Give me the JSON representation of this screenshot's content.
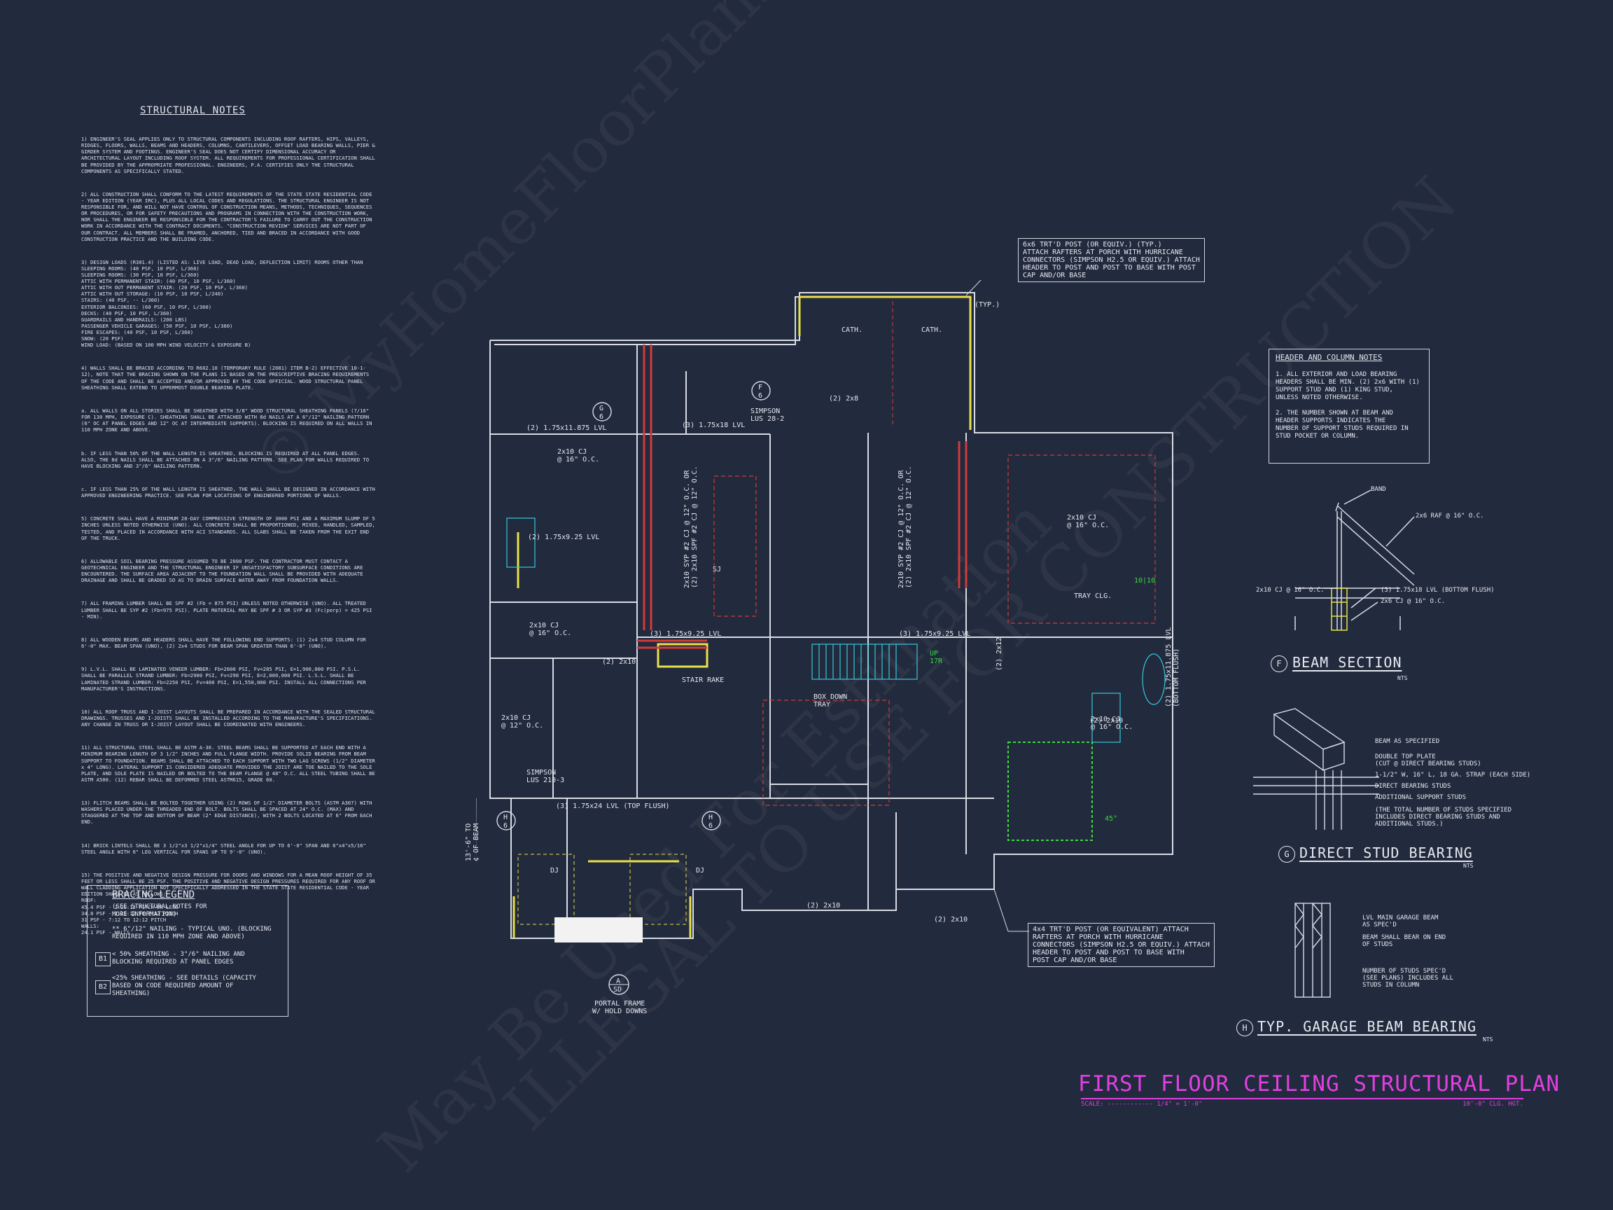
{
  "structural_notes": {
    "title": "STRUCTURAL NOTES",
    "paragraphs": [
      "1) ENGINEER'S SEAL APPLIES ONLY TO STRUCTURAL COMPONENTS INCLUDING ROOF RAFTERS, HIPS, VALLEYS, RIDGES, FLOORS, WALLS, BEAMS AND HEADERS, COLUMNS, CANTILEVERS, OFFSET LOAD BEARING WALLS, PIER & GIRDER SYSTEM AND FOOTINGS. ENGINEER'S SEAL DOES NOT CERTIFY DIMENSIONAL ACCURACY OR ARCHITECTURAL LAYOUT INCLUDING ROOF SYSTEM. ALL REQUIREMENTS FOR PROFESSIONAL CERTIFICATION SHALL BE PROVIDED BY THE APPROPRIATE PROFESSIONAL. ENGINEERS, P.A. CERTIFIES ONLY THE STRUCTURAL COMPONENTS AS SPECIFICALLY STATED.",
      "2) ALL CONSTRUCTION SHALL CONFORM TO THE LATEST REQUIREMENTS OF THE STATE STATE RESIDENTIAL CODE - YEAR EDITION (YEAR IRC), PLUS ALL LOCAL CODES AND REGULATIONS. THE STRUCTURAL ENGINEER IS NOT RESPONSIBLE FOR, AND WILL NOT HAVE CONTROL OF CONSTRUCTION MEANS, METHODS, TECHNIQUES, SEQUENCES OR PROCEDURES, OR FOR SAFETY PRECAUTIONS AND PROGRAMS IN CONNECTION WITH THE CONSTRUCTION WORK, NOR SHALL THE ENGINEER BE RESPONSIBLE FOR THE CONTRACTOR'S FAILURE TO CARRY OUT THE CONSTRUCTION WORK IN ACCORDANCE WITH THE CONTRACT DOCUMENTS. \"CONSTRUCTION REVIEW\" SERVICES ARE NOT PART OF OUR CONTRACT. ALL MEMBERS SHALL BE FRAMED, ANCHORED, TIED AND BRACED IN ACCORDANCE WITH GOOD CONSTRUCTION PRACTICE AND THE BUILDING CODE.",
      "3) DESIGN LOADS (R301.4) (LISTED AS: LIVE LOAD, DEAD LOAD, DEFLECTION LIMIT) ROOMS OTHER THAN SLEEPING ROOMS: (40 PSF, 10 PSF, L/360)\nSLEEPING ROOMS: (30 PSF, 10 PSF, L/360)\nATTIC WITH PERMANENT STAIR: (40 PSF, 10 PSF, L/360)\nATTIC WITH OUT PERMANENT STAIR: (20 PSF, 10 PSF, L/360)\nATTIC WITH OUT STORAGE: (10 PSF, 10 PSF, L/240)\nSTAIRS: (40 PSF, -- L/360)\nEXTERIOR BALCONIES: (60 PSF, 10 PSF, L/360)\nDECKS: (40 PSF, 10 PSF, L/360)\nGUARDRAILS AND HANDRAILS: (200 LBS)\nPASSENGER VEHICLE GARAGES: (50 PSF, 10 PSF, L/360)\nFIRE ESCAPES: (40 PSF, 10 PSF, L/360)\nSNOW: (20 PSF)\nWIND LOAD: (BASED ON 100 MPH WIND VELOCITY & EXPOSURE B)",
      "4) WALLS SHALL BE BRACED ACCORDING TO R602.10 (TEMPORARY RULE (2081) ITEM B-2) EFFECTIVE 10-1-12), NOTE THAT THE BRACING SHOWN ON THE PLANS IS BASED ON THE PRESCRIPTIVE BRACING REQUIREMENTS OF THE CODE AND SHALL BE ACCEPTED AND/OR APPROVED BY THE CODE OFFICIAL. WOOD STRUCTURAL PANEL SHEATHING SHALL EXTEND TO UPPERMOST DOUBLE BEARING PLATE.",
      "a. ALL WALLS ON ALL STORIES SHALL BE SHEATHED WITH 3/8\" WOOD STRUCTURAL SHEATHING PANELS (7/16\" FOR 130 MPH, EXPOSURE C). SHEATHING SHALL BE ATTACHED WITH 8d NAILS AT A 6\"/12\" NAILING PATTERN (6\" OC AT PANEL EDGES AND 12\" OC AT INTERMEDIATE SUPPORTS). BLOCKING IS REQUIRED ON ALL WALLS IN 110 MPH ZONE AND ABOVE.",
      "b. IF LESS THAN 50% OF THE WALL LENGTH IS SHEATHED, BLOCKING IS REQUIRED AT ALL PANEL EDGES. ALSO, THE 8d NAILS SHALL BE ATTACHED ON A 3\"/6\" NAILING PATTERN. SEE PLAN FOR WALLS REQUIRED TO HAVE BLOCKING AND 3\"/6\" NAILING PATTERN.",
      "c. IF LESS THAN 25% OF THE WALL LENGTH IS SHEATHED, THE WALL SHALL BE DESIGNED IN ACCORDANCE WITH APPROVED ENGINEERING PRACTICE. SEE PLAN FOR LOCATIONS OF ENGINEERED PORTIONS OF WALLS.",
      "5) CONCRETE SHALL HAVE A MINIMUM 28-DAY COMPRESSIVE STRENGTH OF 3000 PSI AND A MAXIMUM SLUMP OF 5 INCHES UNLESS NOTED OTHERWISE (UNO). ALL CONCRETE SHALL BE PROPORTIONED, MIXED, HANDLED, SAMPLED, TESTED, AND PLACED IN ACCORDANCE WITH ACI STANDARDS. ALL SLABS SHALL BE TAKEN FROM THE EXIT END OF THE TRUCK.",
      "6) ALLOWABLE SOIL BEARING PRESSURE ASSUMED TO BE 2000 PSF. THE CONTRACTOR MUST CONTACT A GEOTECHNICAL ENGINEER AND THE STRUCTURAL ENGINEER IF UNSATISFACTORY SUBSURFACE CONDITIONS ARE ENCOUNTERED. THE SURFACE AREA ADJACENT TO THE FOUNDATION WALL SHALL BE PROVIDED WITH ADEQUATE DRAINAGE AND SHALL BE GRADED SO AS TO DRAIN SURFACE WATER AWAY FROM FOUNDATION WALLS.",
      "7) ALL FRAMING LUMBER SHALL BE SPF #2 (Fb = 875 PSI) UNLESS NOTED OTHERWISE (UNO). ALL TREATED LUMBER SHALL BE SYP #2 (Fb=975 PSI). PLATE MATERIAL MAY BE SPF # 3 OR SYP #3 (Fc(perp) = 425 PSI - MIN).",
      "8) ALL WOODEN BEAMS AND HEADERS SHALL HAVE THE FOLLOWING END SUPPORTS: (1) 2x4 STUD COLUMN FOR 6'-0\" MAX. BEAM SPAN (UNO), (2) 2x4 STUDS FOR BEAM SPAN GREATER THAN 6'-0\" (UNO).",
      "9) L.V.L. SHALL BE LAMINATED VENEER LUMBER: Fb=2600 PSI, Fv=285 PSI, E=1,900,000 PSI. P.S.L. SHALL BE PARALLEL STRAND LUMBER: Fb=2900 PSI, Fv=290 PSI, E=2,000,000 PSI. L.S.L. SHALL BE LAMINATED STRAND LUMBER: Fb=2250 PSI, Fv=400 PSI, E=1,550,000 PSI. INSTALL ALL CONNECTIONS PER MANUFACTURER'S INSTRUCTIONS.",
      "10) ALL ROOF TRUSS AND I-JOIST LAYOUTS SHALL BE PREPARED IN ACCORDANCE WITH THE SEALED STRUCTURAL DRAWINGS. TRUSSES AND I-JOISTS SHALL BE INSTALLED ACCORDING TO THE MANUFACTURE'S SPECIFICATIONS. ANY CHANGE IN TRUSS OR I-JOIST LAYOUT SHALL BE COORDINATED WITH ENGINEERS.",
      "11) ALL STRUCTURAL STEEL SHALL BE ASTM A-36. STEEL BEAMS SHALL BE SUPPORTED AT EACH END WITH A MINIMUM BEARING LENGTH OF 3 1/2\" INCHES AND FULL FLANGE WIDTH. PROVIDE SOLID BEARING FROM BEAM SUPPORT TO FOUNDATION. BEAMS SHALL BE ATTACHED TO EACH SUPPORT WITH TWO LAG SCREWS (1/2\" DIAMETER x 4\" LONG). LATERAL SUPPORT IS CONSIDERED ADEQUATE PROVIDED THE JOIST ARE TOE NAILED TO THE SOLE PLATE, AND SOLE PLATE IS NAILED OR BOLTED TO THE BEAM FLANGE @ 48\" O.C. ALL STEEL TUBING SHALL BE ASTM A500. (12) REBAR SHALL BE DEFORMED STEEL ASTM615, GRADE 60.",
      "13) FLITCH BEAMS SHALL BE BOLTED TOGETHER USING (2) ROWS OF 1/2\" DIAMETER BOLTS (ASTM A307) WITH WASHERS PLACED UNDER THE THREADED END OF BOLT. BOLTS SHALL BE SPACED AT 24\" O.C. (MAX) AND STAGGERED AT THE TOP AND BOTTOM OF BEAM (2\" EDGE DISTANCE), WITH 2 BOLTS LOCATED AT 6\" FROM EACH END.",
      "14) BRICK LINTELS SHALL BE 3 1/2\"x3 1/2\"x1/4\" STEEL ANGLE FOR UP TO 6'-0\" SPAN AND 6\"x4\"x5/16\" STEEL ANGLE WITH 6\" LEG VERTICAL FOR SPANS UP TO 9'-0\" (UNO).",
      "15) THE POSITIVE AND NEGATIVE DESIGN PRESSURE FOR DOORS AND WINDOWS FOR A MEAN ROOF HEIGHT OF 35 FEET OR LESS SHALL BE 25 PSF. THE POSITIVE AND NEGATIVE DESIGN PRESSURES REQUIRED FOR ANY ROOF OR WALL CLADDING APPLICATION NOT SPECIFICALLY ADDRESSED IN THE STATE STATE RESIDENTIAL CODE - YEAR EDITION SHALL BE AS FOLLOWS:\nROOF:\n45.4 PSF - 2.25:12 PITCH OR LESS\n34.8 PSF - 2.25:12 TO 7:12 PITCH\n31 PSF - 7:12 TO 12:12 PITCH\nWALLS:\n24.1 PSF - WALLS"
    ]
  },
  "bracing_legend": {
    "title": "BRACING LEGEND",
    "subtitle": "(SEE STRUCTURAL NOTES FOR\nMORE INFORMATION)",
    "row1": "** 6\"/12\" NAILING - TYPICAL UNO. (BLOCKING\nREQUIRED IN 110 MPH ZONE AND ABOVE)",
    "b1_tag": "B1",
    "b1_text": "< 50% SHEATHING - 3\"/6\" NAILING AND\nBLOCKING REQUIRED AT PANEL EDGES",
    "b2_tag": "B2",
    "b2_text": "<25% SHEATHING - SEE DETAILS (CAPACITY\nBASED ON CODE REQUIRED AMOUNT OF\nSHEATHING)"
  },
  "header_column_notes": {
    "title": "HEADER AND COLUMN NOTES",
    "text": "1. ALL EXTERIOR AND LOAD BEARING\nHEADERS SHALL BE MIN. (2) 2x6 WITH (1)\nSUPPORT STUD AND (1) KING STUD,\nUNLESS NOTED OTHERWISE.\n\n2. THE NUMBER SHOWN AT BEAM AND\nHEADER SUPPORTS INDICATES THE\nNUMBER OF SUPPORT STUDS REQUIRED IN\nSTUD POCKET OR COLUMN."
  },
  "details": {
    "f": {
      "tag": "F",
      "title": "BEAM SECTION",
      "nts": "NTS",
      "band": "BAND",
      "raf": "2x6 RAF @ 16\" O.C.",
      "cj_left": "2x10 CJ @ 16\" O.C.",
      "lvl": "(3) 1.75x18 LVL (BOTTOM FLUSH)",
      "cj_right": "2x6 CJ @ 16\" O.C."
    },
    "g": {
      "tag": "G",
      "title": "DIRECT STUD BEARING",
      "nts": "NTS",
      "labels": [
        "BEAM AS SPECIFIED",
        "DOUBLE TOP PLATE\n(CUT @ DIRECT BEARING STUDS)",
        "1-1/2\" W, 16\" L, 18 GA. STRAP (EACH SIDE)",
        "DIRECT BEARING STUDS",
        "ADDITIONAL SUPPORT STUDS",
        "(THE TOTAL NUMBER OF STUDS SPECIFIED\nINCLUDES DIRECT BEARING STUDS AND\nADDITIONAL STUDS.)"
      ]
    },
    "h": {
      "tag": "H",
      "title": "TYP. GARAGE BEAM BEARING",
      "nts": "NTS",
      "labels": [
        "LVL MAIN GARAGE BEAM\nAS SPEC'D",
        "BEAM SHALL BEAR ON END\nOF STUDS",
        "NUMBER OF STUDS SPEC'D\n(SEE PLANS) INCLUDES ALL\nSTUDS IN COLUMN"
      ]
    }
  },
  "plan": {
    "title": "FIRST FLOOR CEILING STRUCTURAL PLAN",
    "scale_label": "SCALE: ------------ 1/4\" = 1'-0\"",
    "ceiling_height": "10'-0\" CLG. HGT.",
    "callout_top": "6x6 TRT'D POST (OR EQUIV.) (TYP.)\nATTACH RAFTERS AT PORCH WITH HURRICANE\nCONNECTORS (SIMPSON H2.5 OR EQUIV.) ATTACH\nHEADER TO POST AND POST TO BASE WITH POST\nCAP AND/OR BASE",
    "callout_bottom": "4x4 TRT'D POST (OR EQUIVALENT) ATTACH\nRAFTERS AT PORCH WITH HURRICANE\nCONNECTORS (SIMPSON H2.5 OR EQUIV.) ATTACH\nHEADER TO POST AND POST TO BASE WITH\nPOST CAP AND/OR BASE",
    "labels": {
      "cath1": "CATH.",
      "cath2": "CATH.",
      "typ": "(TYP.)",
      "lvl_top_left": "(2) 1.75x11.875 LVL",
      "lvl_top_mid": "(3) 1.75x18 LVL",
      "simpson_lus": "SIMPSON\nLUS 28-2",
      "two_2x8": "(2) 2x8",
      "cj_left": "2x10 CJ\n@ 16\" O.C.",
      "cj_left2": "2x10 CJ\n@ 16\" O.C.",
      "cj_right": "2x10 CJ\n@ 16\" O.C.",
      "tray": "TRAY CLG.",
      "lvl_mid": "(3) 1.75x9.25 LVL",
      "lvl_mid2": "(3) 1.75x9.25 LVL",
      "lvl_stair": "(2) 1.75x9.25 LVL",
      "two_2x10": "(2) 2x10",
      "stair_rake": "STAIR RAKE",
      "up": "UP\n17R",
      "box_down": "BOX DOWN\nTRAY",
      "cj_12": "2x10 CJ\n@ 12\" O.C.",
      "cj_master": "2x10 CJ\n@ 16\" O.C.",
      "simpson_lus2": "SIMPSON\nLUS 210-3",
      "lvl_bottom": "(3) 1.75x24 LVL (TOP FLUSH)",
      "garage_height": "13'-6\" TO\n¢ OF BEAM",
      "portal": "PORTAL FRAME\nW/ HOLD DOWNS",
      "porch_2x10_left": "(2) 2x10",
      "porch_2x10_right": "(2) 2x10",
      "two_2x12": "(2) 2x12",
      "two_2x10_right": "(2) 2x10",
      "bottom_flush": "(2) 1.75x11.875 LVL\n(BOTTOM FLUSH)",
      "angle45": "45°",
      "ten": "10|10",
      "sj": "SJ",
      "dj1": "DJ",
      "dj2": "DJ",
      "vert1": "2x10 SYP #2 CJ @ 12\" O.C. OR\n(2) 2x10 SPF #2 CJ @ 12\" O.C.",
      "vert2": "2x10 SYP #2 CJ @ 12\" O.C. OR\n(2) 2x10 SPF #2 CJ @ 12\" O.C.",
      "tag_f": "F",
      "tag_f_sub": "6",
      "tag_g": "G",
      "tag_g_sub": "6",
      "tag_a": "A",
      "tag_a_sub": "SD",
      "tag_h1": "H",
      "tag_h1_sub": "6",
      "tag_h2": "H",
      "tag_h2_sub": "6"
    }
  },
  "colors": {
    "background": "#222a3d",
    "line": "#d8dce6",
    "accent_magenta": "#e040e0",
    "yellow": "#e8e04a",
    "red": "#d23a3a",
    "cyan": "#38c8d8",
    "green": "#3ed840"
  }
}
